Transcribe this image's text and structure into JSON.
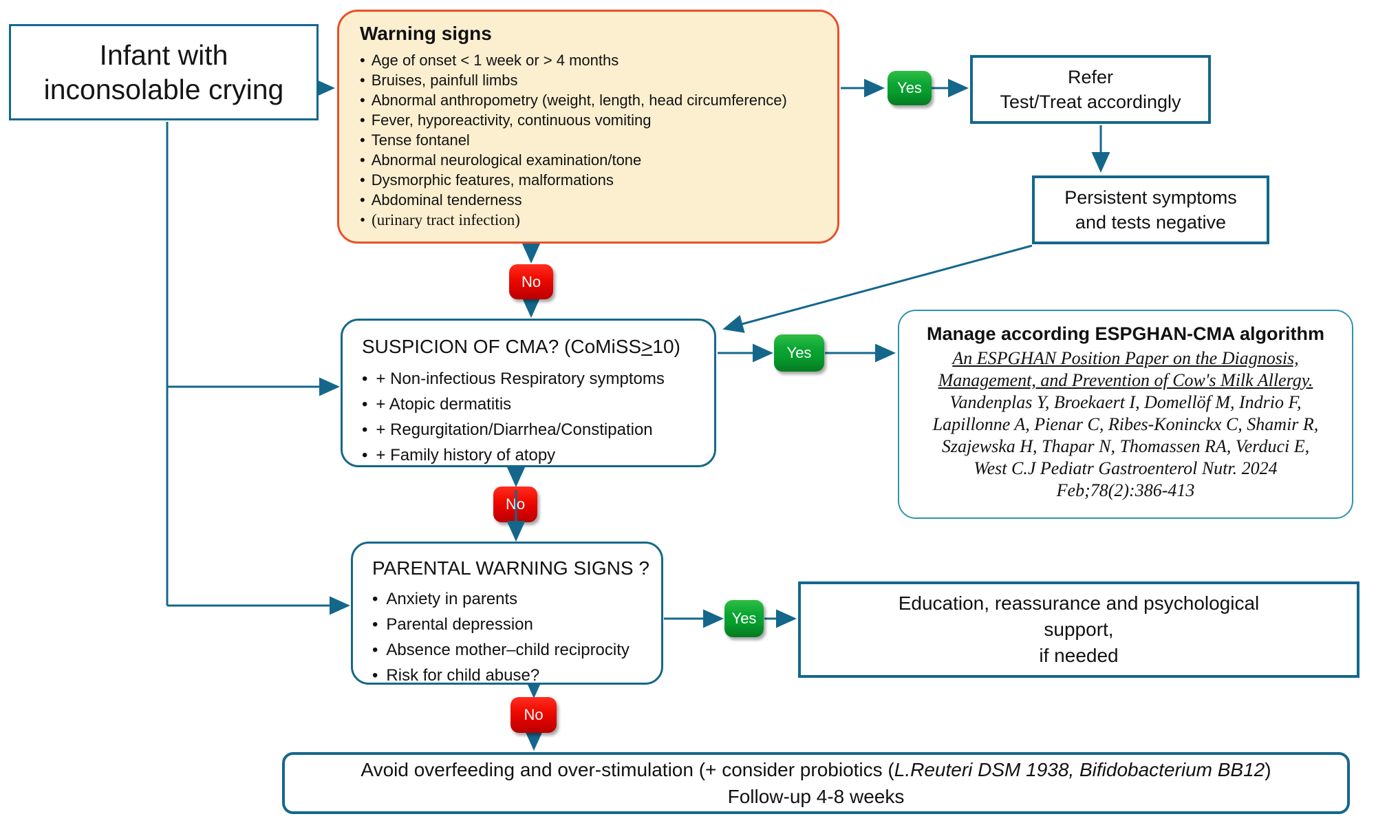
{
  "labels": {
    "yes": "Yes",
    "no": "No"
  },
  "colors": {
    "connector_teal": "#14678b",
    "warning_border_orange": "#ea4f28",
    "warning_background": "#fcefd0",
    "manage_border": "#2e93b0",
    "yes_green": "#0ba635",
    "no_red": "#ef0c00"
  },
  "start": {
    "lines": [
      "Infant with",
      "inconsolable crying"
    ]
  },
  "warning": {
    "title": "Warning signs",
    "items": [
      "Age of onset < 1 week or > 4 months",
      "Bruises, painfull limbs",
      "Abnormal anthropometry (weight, length, head circumference)",
      "Fever, hyporeactivity, continuous vomiting",
      "Tense fontanel",
      "Abnormal neurological examination/tone",
      "Dysmorphic features, malformations",
      "Abdominal tenderness",
      "(urinary tract infection)"
    ]
  },
  "refer": {
    "lines": [
      "Refer",
      "Test/Treat accordingly"
    ]
  },
  "persistent": {
    "lines": [
      "Persistent symptoms",
      "and  tests negative"
    ]
  },
  "suspicion": {
    "title_prefix": "SUSPICION OF CMA? (CoMiSS",
    "title_gte": ">",
    "title_suffix": "10)",
    "items": [
      "+ Non-infectious Respiratory symptoms",
      "+ Atopic dermatitis",
      "+ Regurgitation/Diarrhea/Constipation",
      "+ Family history of atopy"
    ]
  },
  "manage": {
    "title": "Manage according ESPGHAN-CMA algorithm",
    "reference_underlined_lines": [
      "An ESPGHAN Position Paper on the Diagnosis,",
      "Management, and Prevention of Cow's Milk Allergy."
    ],
    "reference_lines": [
      "Vandenplas Y, Broekaert I, Domellöf M, Indrio F,",
      "Lapillonne A, Pienar C, Ribes-Koninckx C, Shamir R,",
      "Szajewska H, Thapar N, Thomassen RA, Verduci E,",
      "West C.J Pediatr Gastroenterol Nutr. 2024",
      "Feb;78(2):386-413"
    ]
  },
  "parental": {
    "title": "PARENTAL WARNING SIGNS ?",
    "items": [
      "Anxiety in parents",
      "Parental depression",
      "Absence mother–child reciprocity",
      "Risk for child  abuse?"
    ]
  },
  "education": {
    "lines": [
      "Education, reassurance and psychological",
      "support,",
      "if needed"
    ]
  },
  "final": {
    "line1_prefix": "Avoid overfeeding and over-stimulation (+ consider probiotics (",
    "line1_italic": "L.Reuteri DSM 1938, Bifidobacterium BB12",
    "line1_suffix": ")",
    "line2": "Follow-up 4-8 weeks"
  }
}
